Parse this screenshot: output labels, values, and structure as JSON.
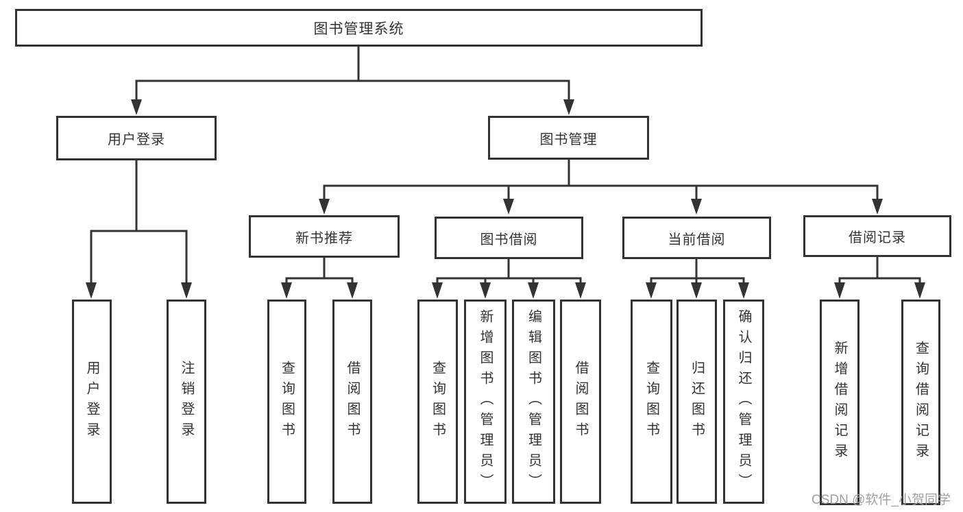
{
  "diagram": {
    "colors": {
      "line": "#333333",
      "border": "#333333",
      "text": "#333333",
      "box_background": "#ffffff",
      "watermark": "#a0a0a0"
    },
    "root": {
      "label": "图书管理系统"
    },
    "level2": [
      {
        "label": "用户登录"
      },
      {
        "label": "图书管理"
      }
    ],
    "level3": [
      {
        "label": "新书推荐",
        "parent": "图书管理"
      },
      {
        "label": "图书借阅",
        "parent": "图书管理"
      },
      {
        "label": "当前借阅",
        "parent": "图书管理"
      },
      {
        "label": "借阅记录",
        "parent": "图书管理"
      }
    ],
    "leaves": [
      {
        "label": "用户登录",
        "parent": "用户登录"
      },
      {
        "label": "注销登录",
        "parent": "用户登录"
      },
      {
        "label": "查询图书",
        "parent": "新书推荐"
      },
      {
        "label": "借阅图书",
        "parent": "新书推荐"
      },
      {
        "label": "查询图书",
        "parent": "图书借阅"
      },
      {
        "label": "新增图书（管理员）",
        "parent": "图书借阅"
      },
      {
        "label": "编辑图书（管理员）",
        "parent": "图书借阅"
      },
      {
        "label": "借阅图书",
        "parent": "图书借阅"
      },
      {
        "label": "查询图书",
        "parent": "当前借阅"
      },
      {
        "label": "归还图书",
        "parent": "当前借阅"
      },
      {
        "label": "确认归还（管理员）",
        "parent": "当前借阅"
      },
      {
        "label": "新增借阅记录",
        "parent": "借阅记录"
      },
      {
        "label": "查询借阅记录",
        "parent": "借阅记录"
      }
    ],
    "watermark": "CSDN @软件_小贺同学"
  }
}
